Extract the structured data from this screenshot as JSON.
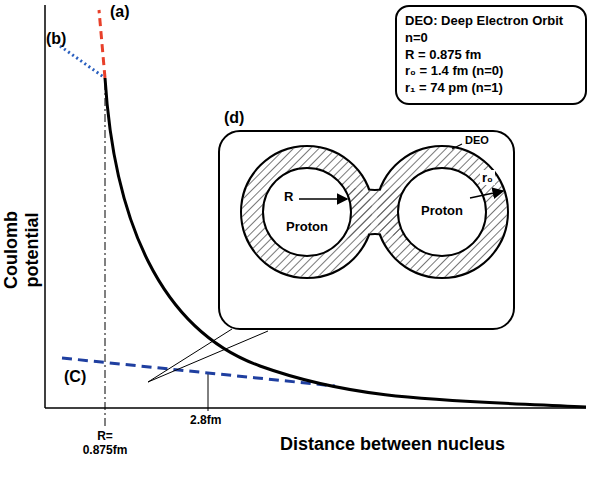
{
  "diagram": {
    "nodes": [
      {
        "text": [
          "DEO: Deep Electron Orbit",
          "n=0",
          "R = 0.875 fm",
          "r₀ = 1.4 fm (n=0)",
          "r₁ = 74 pm (n=1)"
        ]
      },
      {
        "text": [
          "(d)"
        ]
      },
      {
        "text": [
          "R",
          "Proton"
        ],
        "in": 1
      },
      {
        "text": [
          "Proton"
        ],
        "in": 1
      }
    ],
    "labels": [
      "(a)",
      "(b)",
      "(C)",
      "Coulomb potential",
      "R= 0.875fm",
      "2.8fm",
      "Distance between nucleus",
      "r₀",
      "DEO"
    ]
  }
}
